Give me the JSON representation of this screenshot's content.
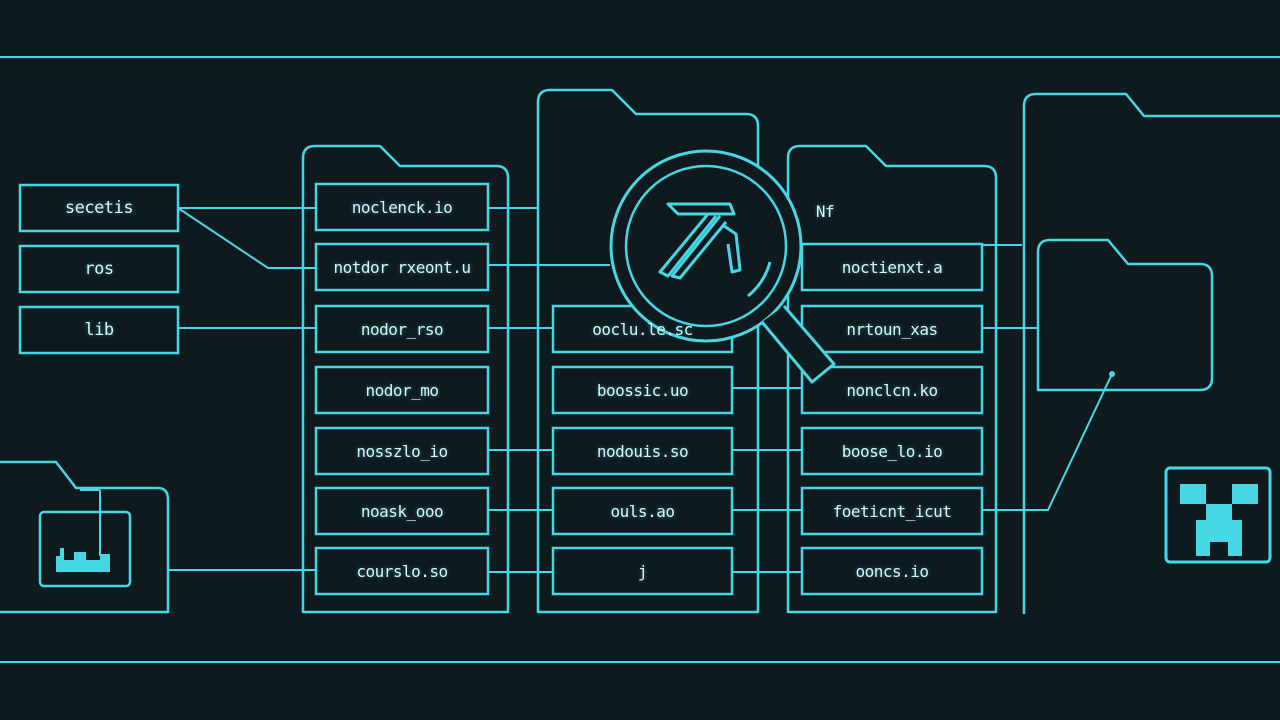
{
  "colors": {
    "background": "#0f1a1f",
    "line": "#46d7e4",
    "text": "#d7f7fb",
    "icon_fill": "#46d7e4"
  },
  "left_boxes": [
    "secetis",
    "ros",
    "lib"
  ],
  "column_1": [
    "noclenck.io",
    "notdor rxeont.u",
    "nodor_rso",
    "nodor_mo",
    "nosszlo_io",
    "noask_ooo",
    "courslo.so"
  ],
  "column_2": [
    "ooclu.le.sc",
    "boossic.uo",
    "nodouis.so",
    "ouls.ao",
    "j"
  ],
  "column_3_top_label": "Nf",
  "column_3": [
    "noctienxt.a",
    "nrtoun_xas",
    "nonclcn.ko",
    "boose_lo.io",
    "foeticnt_icut",
    "ooncs.io"
  ],
  "icons": [
    "folder-icon",
    "magnifier-icon",
    "terminal-icon",
    "creeper-icon"
  ]
}
